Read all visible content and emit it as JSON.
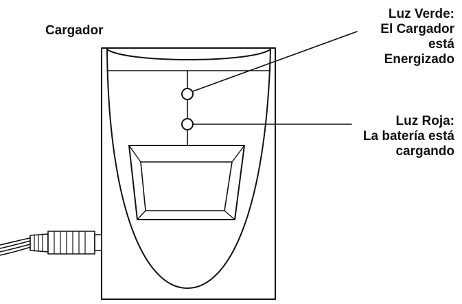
{
  "charger": {
    "title": "Cargador"
  },
  "green_light": {
    "label_lines": [
      "Luz Verde:",
      "El Cargador",
      "está",
      "Energizado"
    ]
  },
  "red_light": {
    "label_lines": [
      "Luz Roja:",
      "La batería está",
      "cargando"
    ]
  },
  "colors": {
    "stroke": "#111111",
    "background": "#ffffff"
  }
}
